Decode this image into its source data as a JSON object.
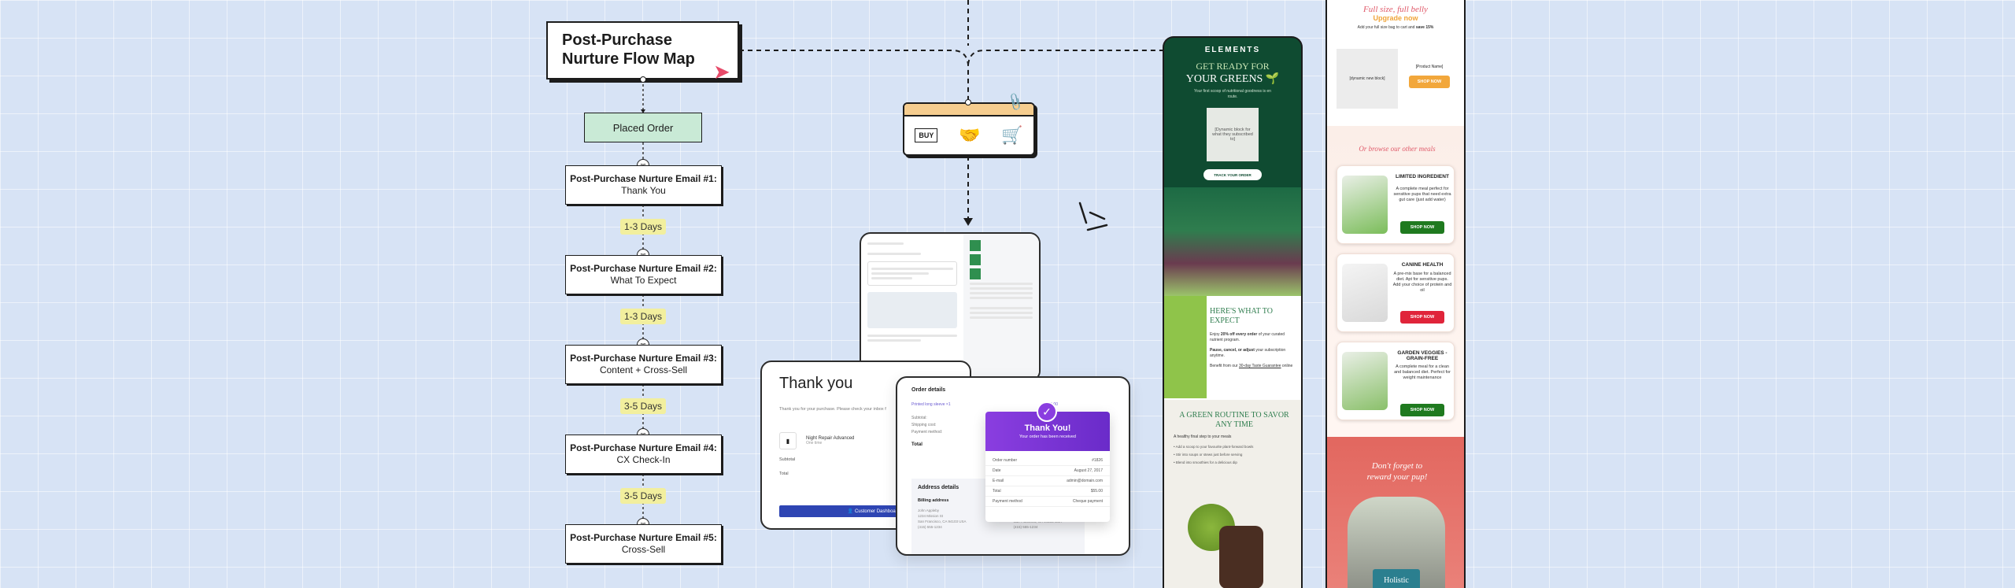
{
  "flow": {
    "title": "Post-Purchase Nurture Flow Map",
    "placed_order": "Placed Order",
    "emails": [
      {
        "title": "Post-Purchase Nurture Email #1:",
        "subtitle": "Thank You"
      },
      {
        "title": "Post-Purchase Nurture Email #2:",
        "subtitle": "What To Expect"
      },
      {
        "title": "Post-Purchase Nurture Email #3:",
        "subtitle": "Content + Cross-Sell"
      },
      {
        "title": "Post-Purchase Nurture Email #4:",
        "subtitle": "CX Check-In"
      },
      {
        "title": "Post-Purchase Nurture Email #5:",
        "subtitle": "Cross-Sell"
      }
    ],
    "delays": [
      "1-3 Days",
      "1-3 Days",
      "3-5 Days",
      "3-5 Days"
    ]
  },
  "iconbar": {
    "buy_label": "BUY"
  },
  "thankyou_screen": {
    "heading": "Thank you",
    "intro": "Thank you for your purchase. Please check your inbox f",
    "product": "Night Repair Advanced",
    "product_sub": "One time",
    "subtotal_label": "Subtotal",
    "total_label": "Total",
    "dashboard_button": "Customer Dashboard"
  },
  "order_screen": {
    "order_details": "Order details",
    "line_item": "Printed long sleeve ×1",
    "line_price": "$55.00",
    "rows": [
      "Subtotal:",
      "Shipping cost:",
      "Payment method:"
    ],
    "total": "Total",
    "address_details": "Address details",
    "billing": "Billing address",
    "address_lines": [
      "John Appleby",
      "1234 Mission St",
      "San Francisco, CA 94103 USA",
      "(415) 555-1234"
    ]
  },
  "confirm_card": {
    "heading": "Thank You!",
    "sub": "Your order has been received",
    "rows": [
      {
        "label": "Order number",
        "value": "#1826"
      },
      {
        "label": "Date",
        "value": "August 27, 2017"
      },
      {
        "label": "E-mail",
        "value": "admin@domain.com"
      },
      {
        "label": "Total",
        "value": "$55.00"
      },
      {
        "label": "Payment method",
        "value": "Cheque payment"
      }
    ]
  },
  "greens_email": {
    "brand": "ELEMENTS",
    "headline_1": "GET READY FOR",
    "headline_2": "YOUR GREENS",
    "sub": "Your first scoop of nutritional goodness is en route.",
    "dynamic_block": "[Dynamic block for what they subscribed to]",
    "track_button": "TRACK YOUR ORDER",
    "expect_title": "HERE'S WHAT TO EXPECT",
    "expect_1_pre": "Enjoy ",
    "expect_1_bold": "20% off every order",
    "expect_1_post": " of your curated nutrient program.",
    "expect_2_bold": "Pause, cancel, or adjust",
    "expect_2_post": " your subscription anytime.",
    "expect_3_pre": "Benefit from our ",
    "expect_3_link": "30-day Taste Guarantee",
    "expect_3_post": " online",
    "routine_title": "A GREEN ROUTINE TO SAVOR ANY TIME",
    "routine_sub": "A healthy final step to your meals",
    "routine_items": [
      "Add a scoop to your favourite plant-forward bowls",
      "Stir into soups or stews just before serving",
      "Blend into smoothies for a delicious dip"
    ]
  },
  "pup_email": {
    "script_head": "Full size, full belly",
    "upgrade": "Upgrade now",
    "upgrade_sub_pre": "Add your full size bag to cart and ",
    "upgrade_sub_bold": "save 15%",
    "dynamic_block": "[dynamic new block]",
    "product_name": "[Product Name]",
    "shop_now": "SHOP NOW",
    "browse": "Or browse our other meals",
    "products": [
      {
        "name": "LIMITED INGREDIENT",
        "desc": "A complete meal perfect for sensitive pups that need extra gut care (just add water)",
        "btn": "SHOP NOW",
        "btn_color": "#1f7a1f"
      },
      {
        "name": "CANINE HEALTH",
        "desc": "A pre-mix base for a balanced diet. Apt for sensitive pups. Add your choice of protein and oil",
        "btn": "SHOP NOW",
        "btn_color": "#e0243a"
      },
      {
        "name": "GARDEN VEGGIES - GRAIN-FREE",
        "desc": "A complete meal for a clean and balanced diet. Perfect for weight maintenance",
        "btn": "SHOP NOW",
        "btn_color": "#1f7a1f"
      }
    ],
    "dont_forget_1": "Don't forget to",
    "dont_forget_2": "reward your pup!",
    "pkg_label": "Holistic"
  }
}
